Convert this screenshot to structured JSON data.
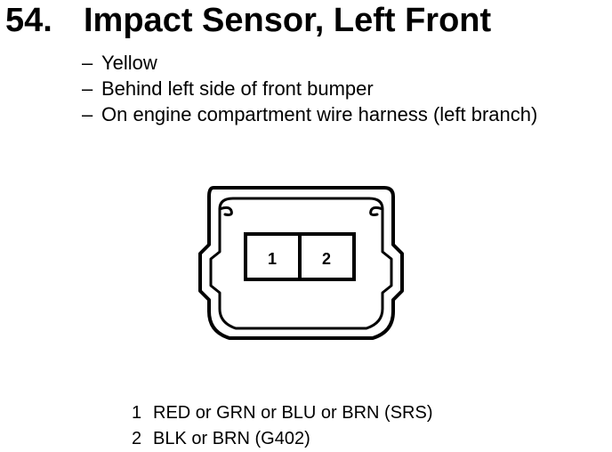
{
  "heading": {
    "number": "54.",
    "title": "Impact Sensor, Left Front"
  },
  "details": [
    "Yellow",
    "Behind left side of front bumper",
    "On engine compartment wire harness (left branch)"
  ],
  "detail_bullet": "–",
  "connector": {
    "pins": [
      "1",
      "2"
    ]
  },
  "pinouts": [
    {
      "pin": "1",
      "wires": "RED or GRN or BLU or BRN (SRS)"
    },
    {
      "pin": "2",
      "wires": "BLK or BRN (G402)"
    }
  ]
}
